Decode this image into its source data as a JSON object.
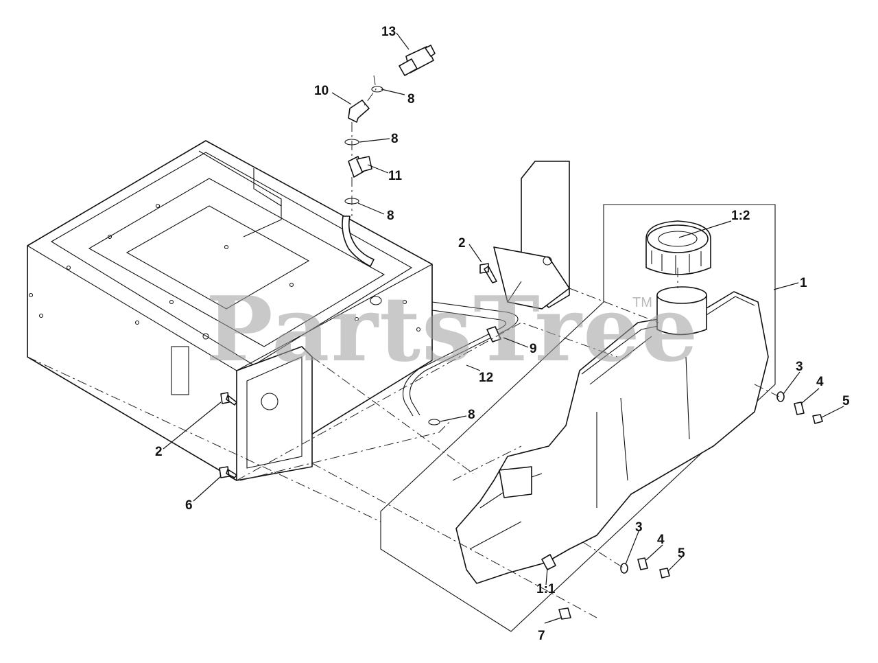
{
  "watermark": {
    "text": "PartsTree",
    "trademark": "TM"
  },
  "callouts": {
    "c1": "1",
    "c1_1": "1:1",
    "c1_2": "1:2",
    "c2a": "2",
    "c2b": "2",
    "c3a": "3",
    "c3b": "3",
    "c4a": "4",
    "c4b": "4",
    "c5a": "5",
    "c5b": "5",
    "c6": "6",
    "c7": "7",
    "c8a": "8",
    "c8b": "8",
    "c8c": "8",
    "c8d": "8",
    "c9": "9",
    "c10": "10",
    "c11": "11",
    "c12": "12",
    "c13": "13"
  }
}
